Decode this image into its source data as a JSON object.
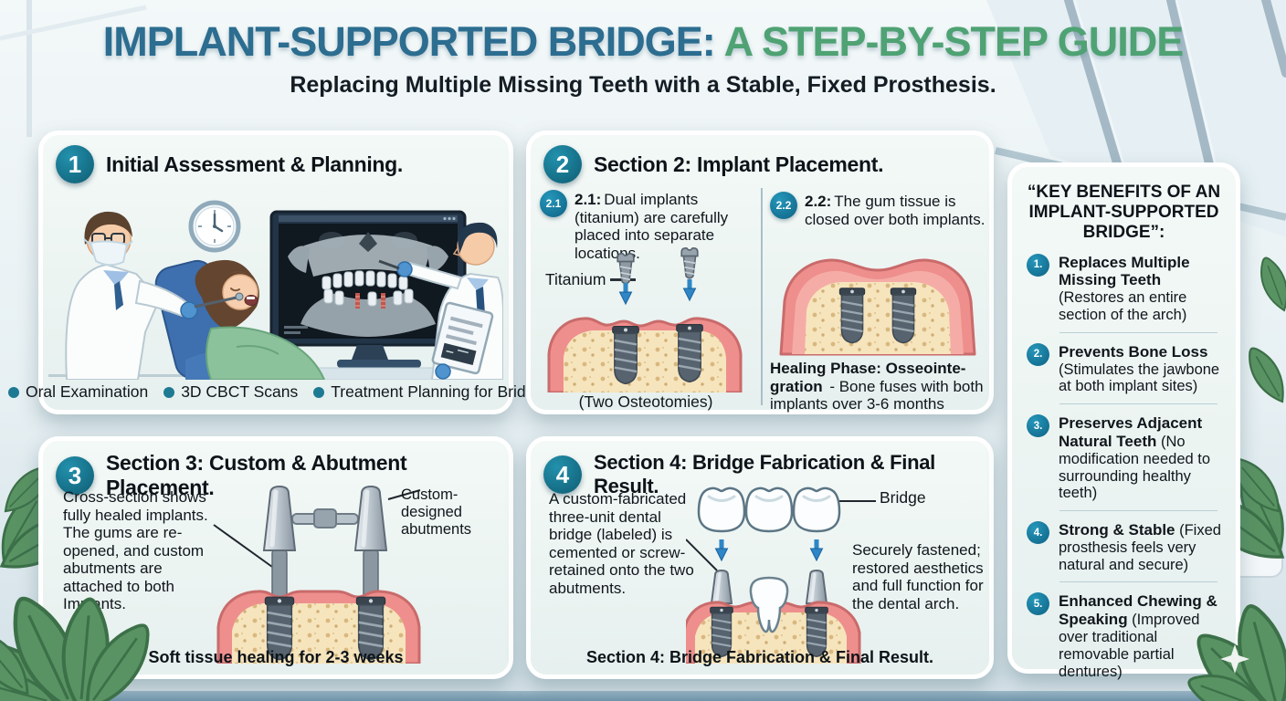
{
  "header": {
    "title_blue": "IMPLANT-SUPPORTED BRIDGE:",
    "title_green": " A STEP-BY-STEP GUIDE",
    "subtitle": "Replacing Multiple Missing Teeth with a Stable, Fixed Prosthesis."
  },
  "colors": {
    "title_blue": "#2c6d90",
    "title_green": "#4fa273",
    "badge_teal": "#0e5c72",
    "accent_teal": "#1d7a92",
    "arrow_blue": "#2e86c6"
  },
  "panel1": {
    "number": "1",
    "title": "Initial Assessment & Planning.",
    "bullets": [
      "Oral Examination",
      "3D CBCT Scans",
      "Treatment Planning for Bridge"
    ]
  },
  "panel2": {
    "number": "2",
    "title": "Section 2: Implant Placement.",
    "step1": {
      "badge": "2.1",
      "lead": "2.1:",
      "text": "Dual implants (titanium) are carefully placed into separate locations.",
      "titanium_label": "Titanium",
      "caption": "(Two Osteotomies)"
    },
    "step2": {
      "badge": "2.2",
      "lead": "2.2:",
      "text": "The gum tissue is closed over both implants.",
      "healing_bold": "Healing Phase: Osseointe-gration",
      "healing_rest": " - Bone fuses with both implants over 3-6 months"
    }
  },
  "panel3": {
    "number": "3",
    "title": "Section 3: Custom & Abutment Placement.",
    "description": "Cross-section shows fully healed implants. The gums are re-opened, and custom abutments are attached to both Implants.",
    "callout": "Custom-designed abutments",
    "caption": "Soft tissue healing for 2-3 weeks"
  },
  "panel4": {
    "number": "4",
    "title": "Section 4: Bridge Fabrication & Final Result.",
    "description": "A custom-fabricated three-unit dental bridge (labeled) is cemented or screw-retained onto the two abutments.",
    "callout": "Bridge",
    "result_text": "Securely fastened; restored aesthetics and full function for the dental arch.",
    "caption": "Section 4: Bridge Fabrication & Final Result."
  },
  "sidebar": {
    "title": "“KEY BENEFITS OF AN IMPLANT-SUPPORTED BRIDGE”:",
    "items": [
      {
        "num": "1.",
        "bold": "Replaces Multiple Missing Teeth",
        "rest": " (Restores an entire section of the arch)"
      },
      {
        "num": "2.",
        "bold": "Prevents Bone Loss",
        "rest": " (Stimulates the jawbone at both implant sites)"
      },
      {
        "num": "3.",
        "bold": "Preserves Adjacent Natural Teeth",
        "rest": " (No modification needed to surrounding healthy teeth)"
      },
      {
        "num": "4.",
        "bold": "Strong & Stable",
        "rest": " (Fixed prosthesis feels very natural and secure)"
      },
      {
        "num": "5.",
        "bold": "Enhanced Chewing & Speaking",
        "rest": " (Improved over traditional removable partial dentures)"
      }
    ]
  }
}
